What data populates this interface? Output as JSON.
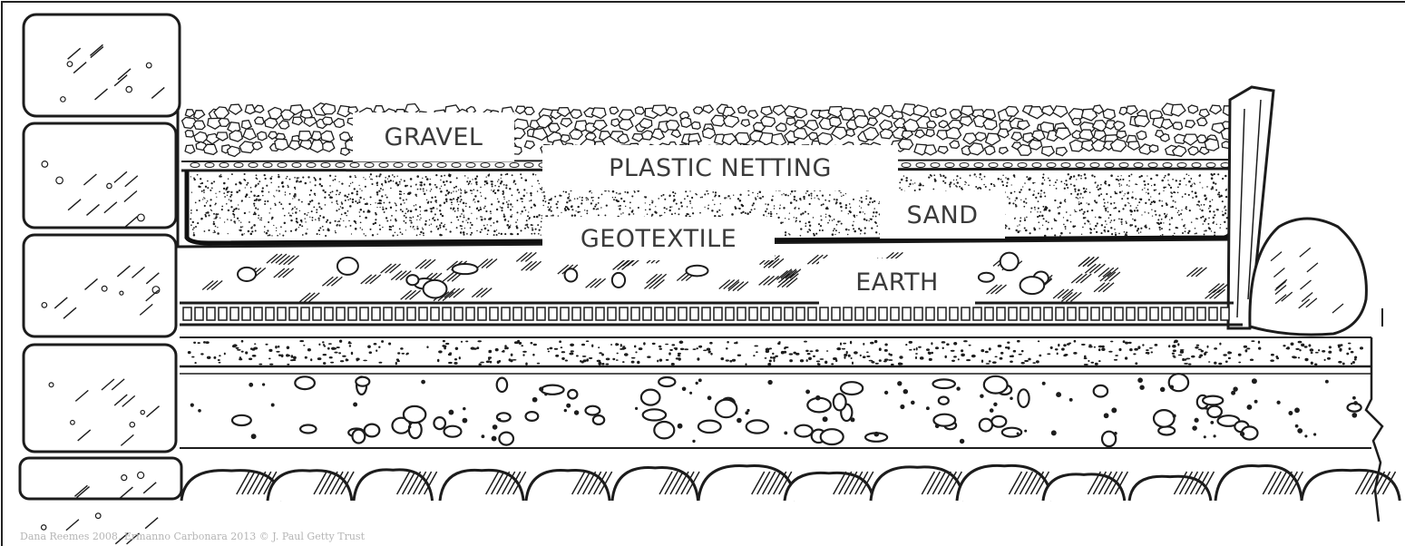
{
  "labels": {
    "gravel": "GRAVEL",
    "plastic_netting": "PLASTIC NETTING",
    "sand": "SAND",
    "geotextile": "GEOTEXTILE",
    "earth": "EARTH"
  },
  "credit": "Dana Reemes 2008, Ermanno Carbonara 2013 © J. Paul Getty Trust",
  "colors": {
    "ink": "#1c1c1c",
    "label_text": "#3a3a3a",
    "credit_text": "#b5b5b5",
    "background": "#ffffff"
  }
}
